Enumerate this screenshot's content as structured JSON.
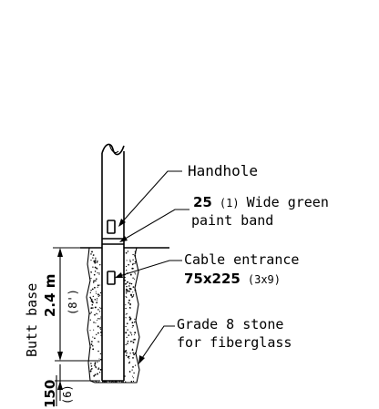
{
  "callouts": {
    "handhole": "Handhole",
    "paint_band_size": "25",
    "paint_band_imperial": "(1)",
    "paint_band_text_1": "Wide green",
    "paint_band_text_2": "paint band",
    "cable_entrance": "Cable entrance",
    "cable_entrance_size": "75x225",
    "cable_entrance_imperial": "(3x9)",
    "stone_line_1": "Grade 8 stone",
    "stone_line_2": "for fiberglass"
  },
  "dimensions": {
    "butt_base_label": "Butt base",
    "depth_metric": "2.4 m",
    "depth_imperial": "(8')",
    "bottom_metric": "150",
    "bottom_imperial": "(6)"
  }
}
